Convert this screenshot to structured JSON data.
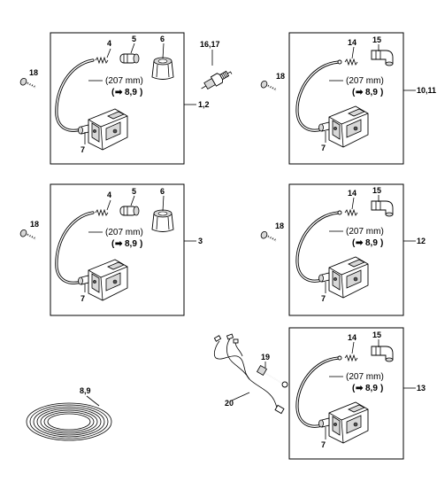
{
  "panels": [
    {
      "id": "p1",
      "callouts": {
        "a": "4",
        "b": "5",
        "c": "6",
        "coil": "7"
      },
      "length": "(207 mm)",
      "ref_arrow": "➡",
      "ref": "8,9",
      "ref_close": ")",
      "side_label": "1,2",
      "variant": "plug"
    },
    {
      "id": "p2",
      "callouts": {
        "a": "14",
        "b": "15",
        "coil": "7"
      },
      "length": "(207 mm)",
      "ref_arrow": "➡",
      "ref": "8,9",
      "ref_close": ")",
      "side_label": "10,11",
      "variant": "spring"
    },
    {
      "id": "p3",
      "callouts": {
        "a": "4",
        "b": "5",
        "c": "6",
        "coil": "7"
      },
      "length": "(207 mm)",
      "ref_arrow": "➡",
      "ref": "8,9",
      "ref_close": ")",
      "side_label": "3",
      "variant": "plug"
    },
    {
      "id": "p4",
      "callouts": {
        "a": "14",
        "b": "15",
        "coil": "7"
      },
      "length": "(207 mm)",
      "ref_arrow": "➡",
      "ref": "8,9",
      "ref_close": ")",
      "side_label": "12",
      "variant": "spring"
    },
    {
      "id": "p5",
      "callouts": {
        "a": "14",
        "b": "15",
        "coil": "7"
      },
      "length": "(207 mm)",
      "ref_arrow": "➡",
      "ref": "8,9",
      "ref_close": ")",
      "side_label": "13",
      "variant": "spring"
    }
  ],
  "loose_parts": {
    "screw_label": "18",
    "spark_plug_label": "16,17",
    "wire_coil_label": "8,9",
    "harness_label": "20",
    "bolt_label": "19"
  }
}
